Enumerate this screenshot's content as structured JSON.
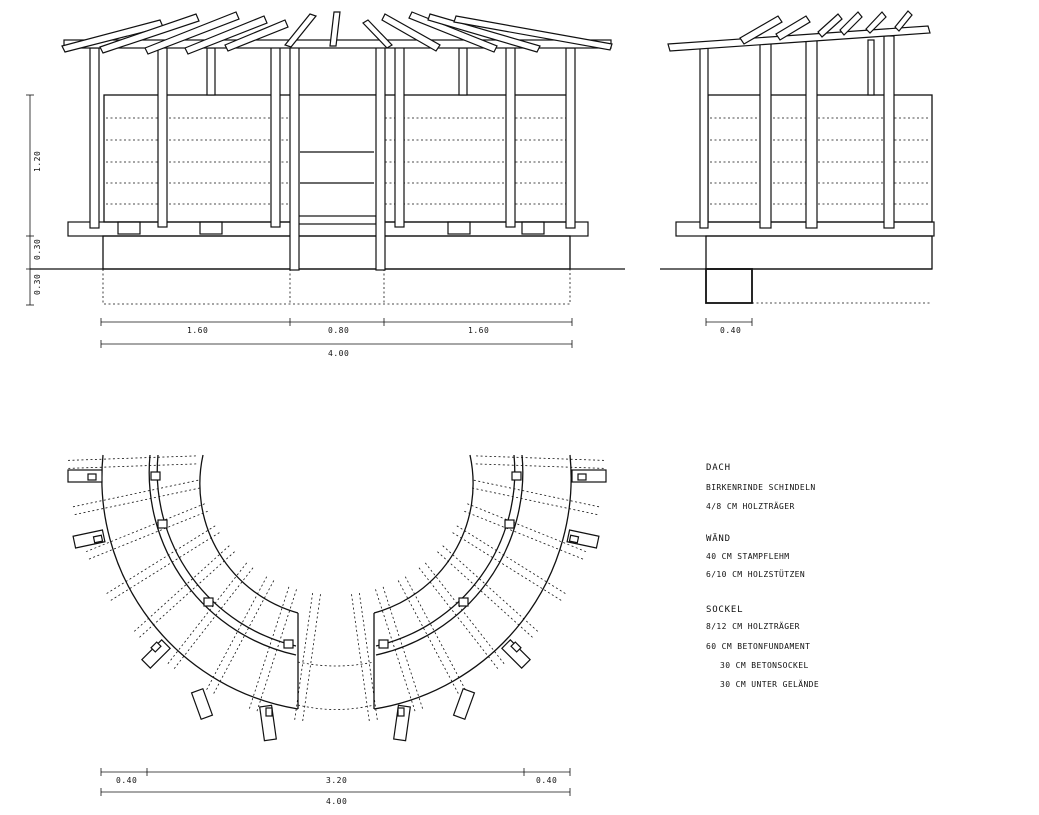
{
  "front_elevation": {
    "height_dims": [
      "1.20",
      "0.30",
      "0.30"
    ],
    "width_dims": [
      "1.60",
      "0.80",
      "1.60"
    ],
    "total_width": "4.00"
  },
  "side_elevation": {
    "width_dim": "0.40"
  },
  "plan": {
    "width_dims": [
      "0.40",
      "3.20",
      "0.40"
    ],
    "total_width": "4.00"
  },
  "legend": {
    "groups": [
      {
        "heading": "DACH",
        "items": [
          "BIRKENRINDE SCHINDELN",
          "4/8 CM HOLZTRÄGER"
        ]
      },
      {
        "heading": "WÄND",
        "items": [
          "40 CM STAMPFLEHM",
          "6/10 CM HOLZSTÜTZEN"
        ]
      },
      {
        "heading": "SOCKEL",
        "items": [
          "8/12 CM HOLZTRÄGER",
          "60 CM BETONFUNDAMENT",
          "30 CM BETONSOCKEL",
          "30 CM UNTER GELÄNDE"
        ]
      }
    ]
  }
}
